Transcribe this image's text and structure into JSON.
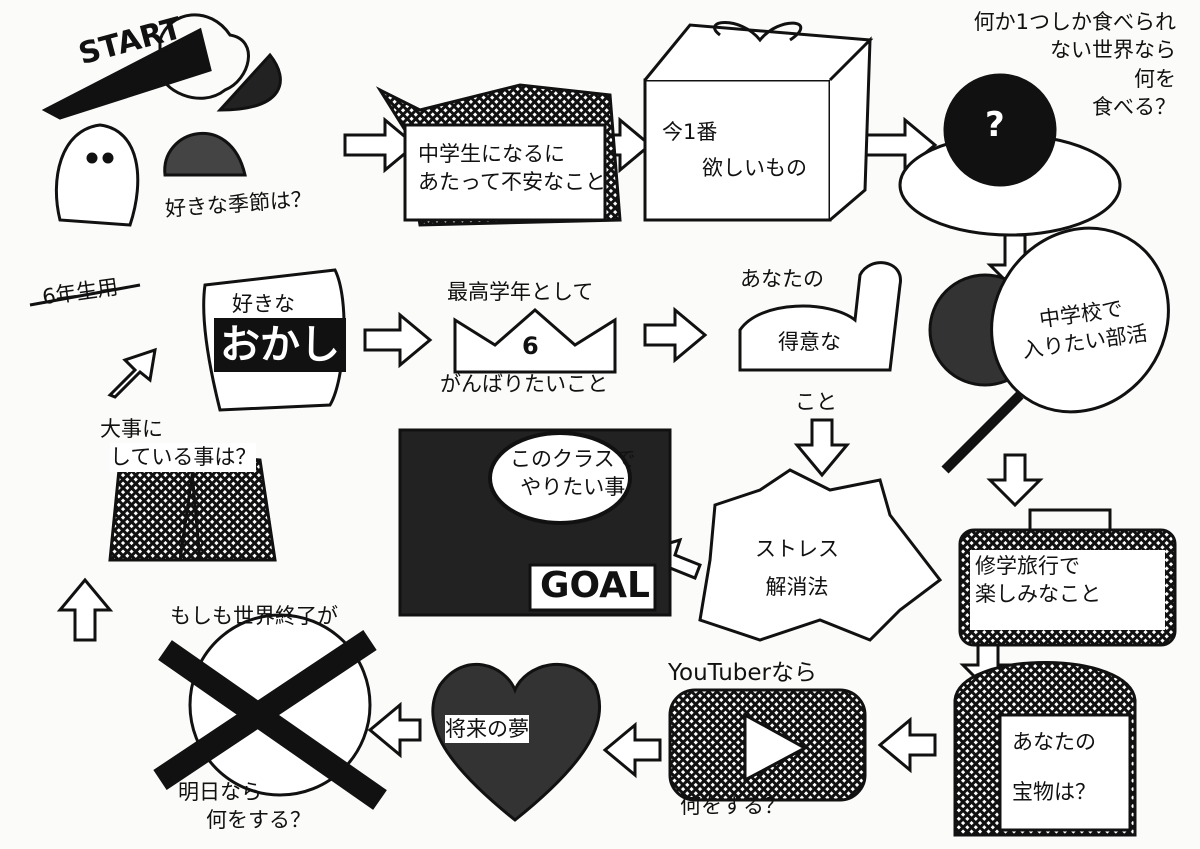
{
  "start_label": "START",
  "squares": [
    {
      "id": "season",
      "lines": [
        "好きな季節は？"
      ]
    },
    {
      "id": "worry",
      "lines": [
        "中学生になるに",
        "あたって不安なこと"
      ]
    },
    {
      "id": "want",
      "lines": [
        "今1番",
        "欲しいもの"
      ]
    },
    {
      "id": "food",
      "lines": [
        "何か1つしか食べられ",
        "ない世界なら",
        "何を",
        "食べる？"
      ],
      "ball_mark": "?"
    },
    {
      "id": "club",
      "lines": [
        "中学校で",
        "入りたい部活"
      ]
    },
    {
      "id": "trip",
      "lines": [
        "修学旅行で",
        "楽しみなこと"
      ]
    },
    {
      "id": "treasure",
      "lines": [
        "あなたの",
        "宝物は？"
      ]
    },
    {
      "id": "youtuber",
      "lines": [
        "YouTuberなら",
        "何をする？"
      ]
    },
    {
      "id": "dream",
      "lines": [
        "将来の夢"
      ]
    },
    {
      "id": "world_end",
      "lines": [
        "もしも世界終了が",
        "明日なら",
        "何をする？"
      ]
    },
    {
      "id": "important",
      "lines": [
        "大事に",
        "している事は？"
      ]
    },
    {
      "id": "snack",
      "lines": [
        "好きな",
        "おかし"
      ]
    },
    {
      "id": "senior",
      "lines": [
        "最高学年として",
        "がんばりたいこと"
      ],
      "crown_number": "6"
    },
    {
      "id": "skill",
      "lines": [
        "あなたの",
        "得意な",
        "こと"
      ]
    },
    {
      "id": "stress",
      "lines": [
        "ストレス",
        "解消法"
      ]
    },
    {
      "id": "goal",
      "lines": [
        "このクラスで",
        "やりたい事"
      ],
      "goal_label": "GOAL"
    }
  ],
  "grade_label": "6年生用"
}
